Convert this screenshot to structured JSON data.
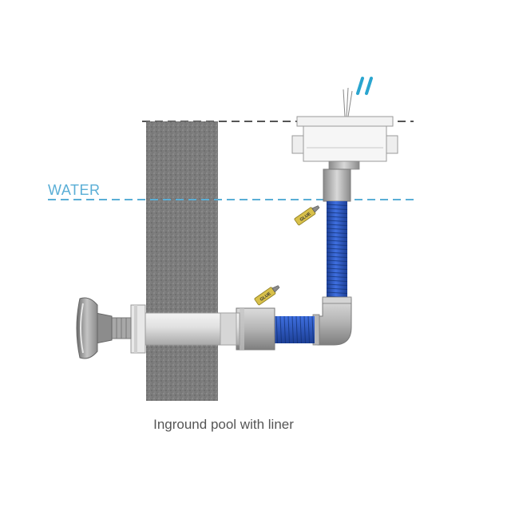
{
  "diagram": {
    "water_label": "WATER",
    "caption": "Inground pool with liner",
    "glue_label": "GLUE",
    "colors": {
      "water_line": "#5aaed6",
      "ground_line": "#555555",
      "wall": "#7a7a7a",
      "flex_pipe": "#2a55c0",
      "pvc": "#cccccc",
      "glue_tube": "#d8c04a",
      "cable": "#2aa5cf",
      "caption": "#555555"
    }
  }
}
